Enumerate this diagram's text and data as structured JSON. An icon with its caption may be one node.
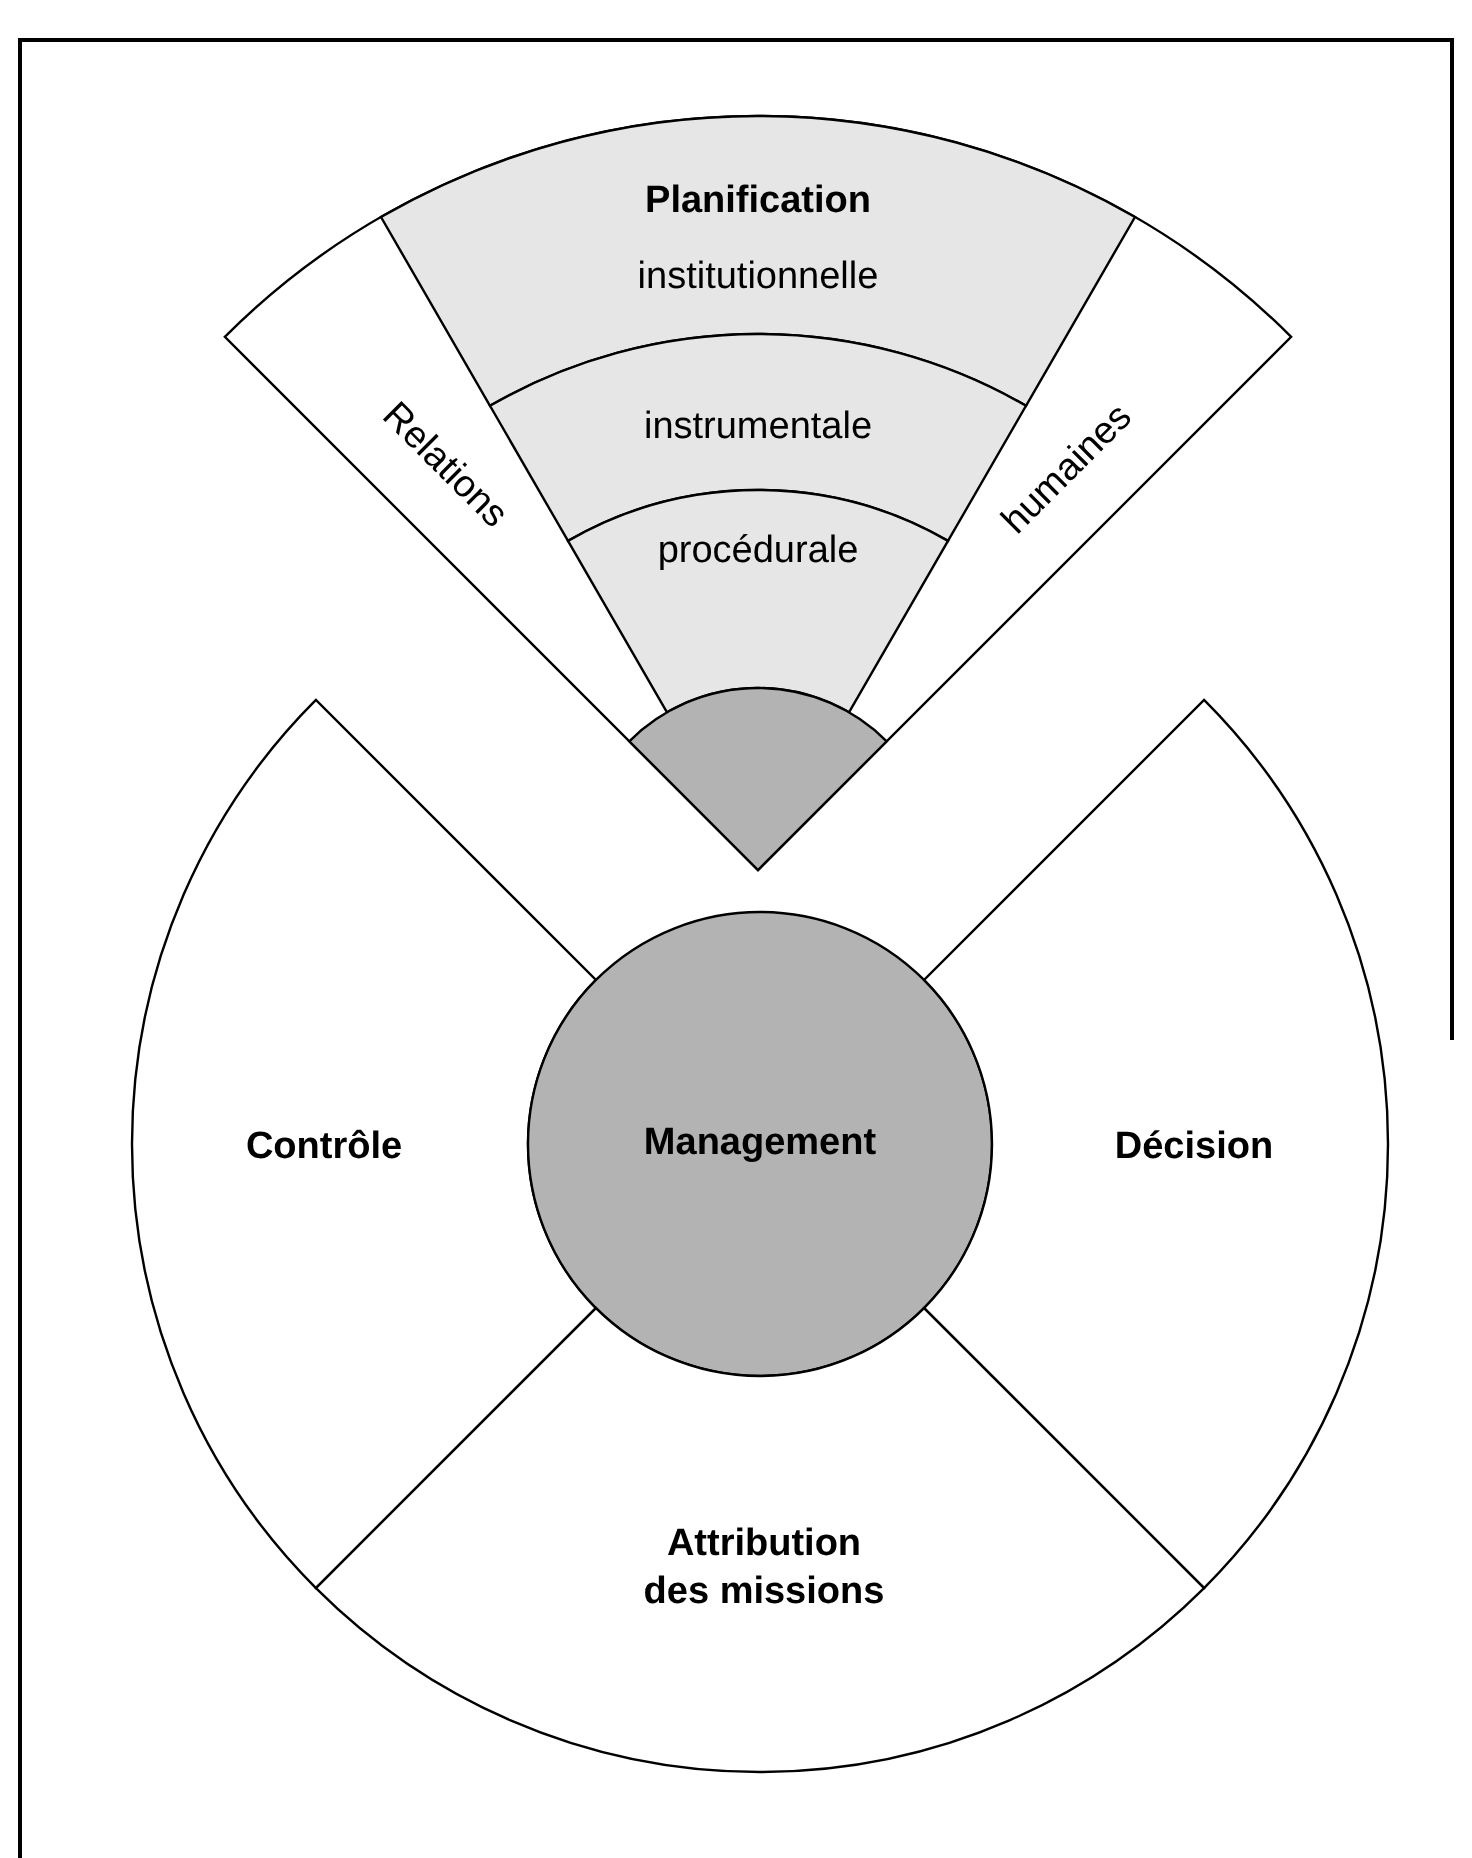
{
  "diagram": {
    "nodes": [
      {
        "text": [
          "Relations",
          "humaines"
        ]
      },
      {
        "text": [
          "Planification",
          "institutionnelle"
        ],
        "in": 0
      },
      {
        "text": [
          "instrumentale"
        ],
        "in": 0
      },
      {
        "text": [
          "procédurale"
        ],
        "in": 0
      },
      {
        "text": [],
        "shape": "sector",
        "in": 0
      },
      {
        "text": [
          "Contrôle"
        ]
      },
      {
        "text": [
          "Management"
        ]
      },
      {
        "text": [
          "Décision"
        ]
      },
      {
        "text": [
          "Attribution des missions"
        ]
      }
    ]
  }
}
